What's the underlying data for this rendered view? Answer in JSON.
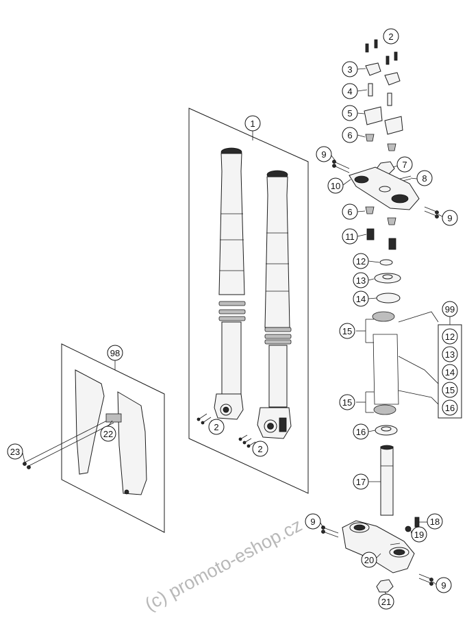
{
  "callouts": {
    "c1": "1",
    "c2a": "2",
    "c2b": "2",
    "c2c": "2",
    "c3": "3",
    "c4": "4",
    "c5": "5",
    "c6a": "6",
    "c6b": "6",
    "c7": "7",
    "c8": "8",
    "c9a": "9",
    "c9b": "9",
    "c9c": "9",
    "c9d": "9",
    "c10": "10",
    "c11": "11",
    "c12": "12",
    "c13": "13",
    "c14": "14",
    "c15a": "15",
    "c15b": "15",
    "c16": "16",
    "c17": "17",
    "c18": "18",
    "c19": "19",
    "c20": "20",
    "c21": "21",
    "c22": "22",
    "c23": "23",
    "c98": "98",
    "c99": "99"
  },
  "kit99": {
    "items": [
      "12",
      "13",
      "14",
      "15",
      "16"
    ]
  },
  "watermark": "(c) promoto-eshop.cz"
}
